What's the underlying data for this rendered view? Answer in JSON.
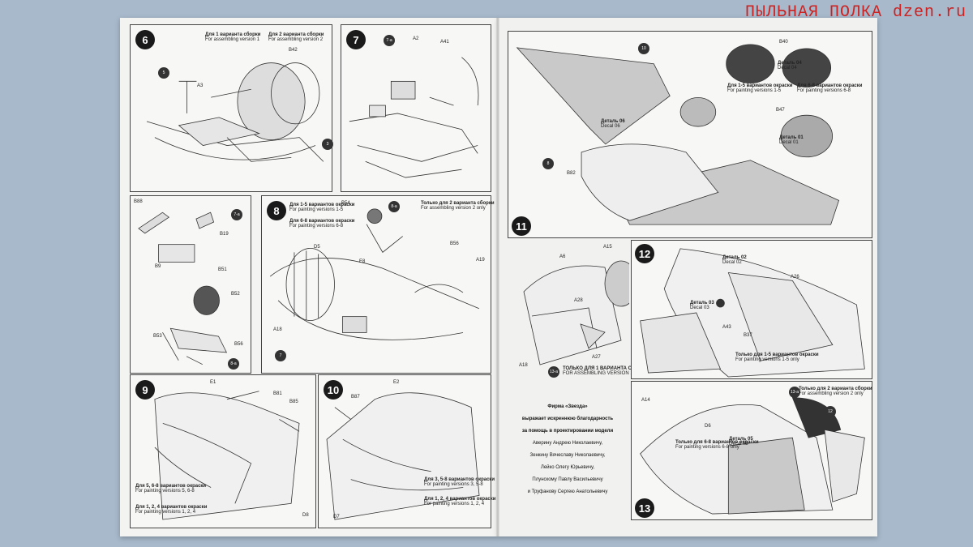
{
  "watermark": "ПЫЛЬНАЯ ПОЛКА dzen.ru",
  "steps": {
    "s6": {
      "num": "6",
      "v1_ru": "Для 1 варианта сборки",
      "v1_en": "For assembling version 1",
      "v2_ru": "Для 2 варианта сборки",
      "v2_en": "For assembling version 2",
      "parts": [
        "B42",
        "A3",
        "5",
        "3"
      ]
    },
    "s7": {
      "num": "7",
      "parts": [
        "7-a",
        "A2",
        "A41"
      ]
    },
    "s7a": {
      "num": "7-a",
      "parts": [
        "B88",
        "B19",
        "B9"
      ]
    },
    "s8": {
      "num": "8",
      "v15_ru": "Для 1-5 вариантов окраски",
      "v15_en": "For painting versions 1-5",
      "v68_ru": "Для 6-8 вариантов окраски",
      "v68_en": "For painting versions 6-8",
      "only2_ru": "Только для 2 варианта сборки",
      "only2_en": "For assembling version 2 only",
      "parts": [
        "B54",
        "8-a",
        "B56",
        "A19",
        "D5",
        "E8",
        "A18",
        "7"
      ]
    },
    "s8a": {
      "num": "8-a",
      "parts": [
        "B51",
        "B52",
        "B53",
        "B56"
      ]
    },
    "s9": {
      "num": "9",
      "v58_ru": "Для 5, 6-8 вариантов окраски",
      "v58_en": "For painting versions 5, 6-8",
      "v124_ru": "Для 1, 2, 4 вариантов окраски",
      "v124_en": "For painting versions 1, 2, 4",
      "parts": [
        "E1",
        "B81",
        "B85",
        "D8"
      ]
    },
    "s10": {
      "num": "10",
      "v368_ru": "Для 3, 5-8 вариантов окраски",
      "v368_en": "For painting versions 3, 5-8",
      "v124_ru": "Для 1, 2, 4 вариантов окраски",
      "v124_en": "For painting versions 1, 2, 4",
      "parts": [
        "E2",
        "B87",
        "D7"
      ]
    },
    "s11": {
      "num": "11",
      "decal04": "Деталь 04",
      "decal04_en": "Decal 04",
      "decal06": "Деталь 06",
      "decal06_en": "Decal 06",
      "decal01": "Деталь 01",
      "decal01_en": "Decal 01",
      "v15_ru": "Для 1-5 вариантов окраски",
      "v15_en": "For painting versions 1-5",
      "v68_ru": "Для 6-8 вариантов окраски",
      "v68_en": "For painting versions 6-8",
      "parts": [
        "10",
        "B40",
        "B47",
        "B82",
        "8"
      ]
    },
    "s12": {
      "num": "12",
      "decal02": "Деталь 02",
      "decal02_en": "Decal 02",
      "decal03": "Деталь 03",
      "decal03_en": "Decal 03",
      "only15_ru": "Только для 1-5 вариантов окраски",
      "only15_en": "For painting versions 1-5 only",
      "parts": [
        "A6",
        "A15",
        "A28",
        "A27",
        "A18",
        "A26",
        "A43",
        "B37"
      ],
      "only1_ru": "ТОЛЬКО ДЛЯ 1 ВАРИАНТА СБОРКИ",
      "only1_en": "FOR ASSEMBLING VERSION 1 ONLY",
      "tag": "13-a"
    },
    "s13": {
      "num": "13",
      "only2_ru": "Только для 2 варианта сборки",
      "only2_en": "For assembling version 2 only",
      "only68_ru": "Только для 6-8 вариантов окраски",
      "only68_en": "For painting versions 6-8 only",
      "decal05": "Деталь 05",
      "decal05_en": "Decal 05",
      "parts": [
        "A14",
        "D6",
        "13-a",
        "12"
      ]
    }
  },
  "thanks": {
    "head1": "Фирма «Звезда»",
    "head2": "выражает искреннюю благодарность",
    "head3": "за помощь в проектировании модели",
    "names": [
      "Аверину Андрею Николаевичу,",
      "Зенкину Вячеславу Николаевичу,",
      "Лейко Олегу Юрьевичу,",
      "Плунскому Павлу Васильевичу",
      "и Труфанову Сергею Анатольевичу"
    ]
  }
}
